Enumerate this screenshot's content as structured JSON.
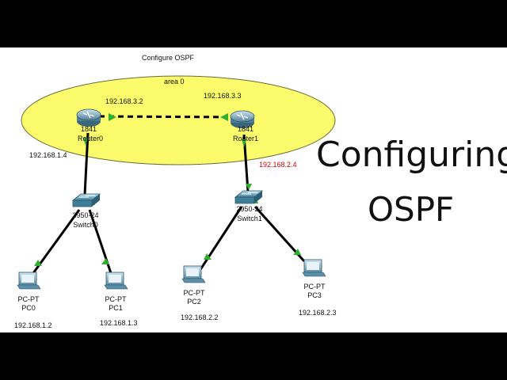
{
  "workspace": {
    "title": "Configure OSPF",
    "area_label": "area 0",
    "colors": {
      "area_fill": "#fbfb6c",
      "link": "#000000",
      "link_up_marker": "#2fae2f",
      "highlight_ip": "#d40000"
    },
    "routers": [
      {
        "model": "1841",
        "name": "Router0",
        "ip": "192.168.3.2",
        "lan_ip": "192.168.1.4",
        "icon": "router-icon"
      },
      {
        "model": "1841",
        "name": "Router1",
        "ip": "192.168.3.3",
        "lan_ip": "192.168.2.4",
        "icon": "router-icon"
      }
    ],
    "switches": [
      {
        "model": "2950-24",
        "name": "Switch0",
        "icon": "switch-icon"
      },
      {
        "model": "2950-24",
        "name": "Switch1",
        "icon": "switch-icon"
      }
    ],
    "pcs": [
      {
        "type": "PC-PT",
        "name": "PC0",
        "ip": "192.168.1.2",
        "icon": "pc-icon"
      },
      {
        "type": "PC-PT",
        "name": "PC1",
        "ip": "192.168.1.3",
        "icon": "pc-icon"
      },
      {
        "type": "PC-PT",
        "name": "PC2",
        "ip": "192.168.2.2",
        "icon": "pc-icon"
      },
      {
        "type": "PC-PT",
        "name": "PC3",
        "ip": "192.168.2.3",
        "icon": "pc-icon"
      }
    ]
  },
  "headline": {
    "line1": "Configuring",
    "line2": "OSPF"
  }
}
